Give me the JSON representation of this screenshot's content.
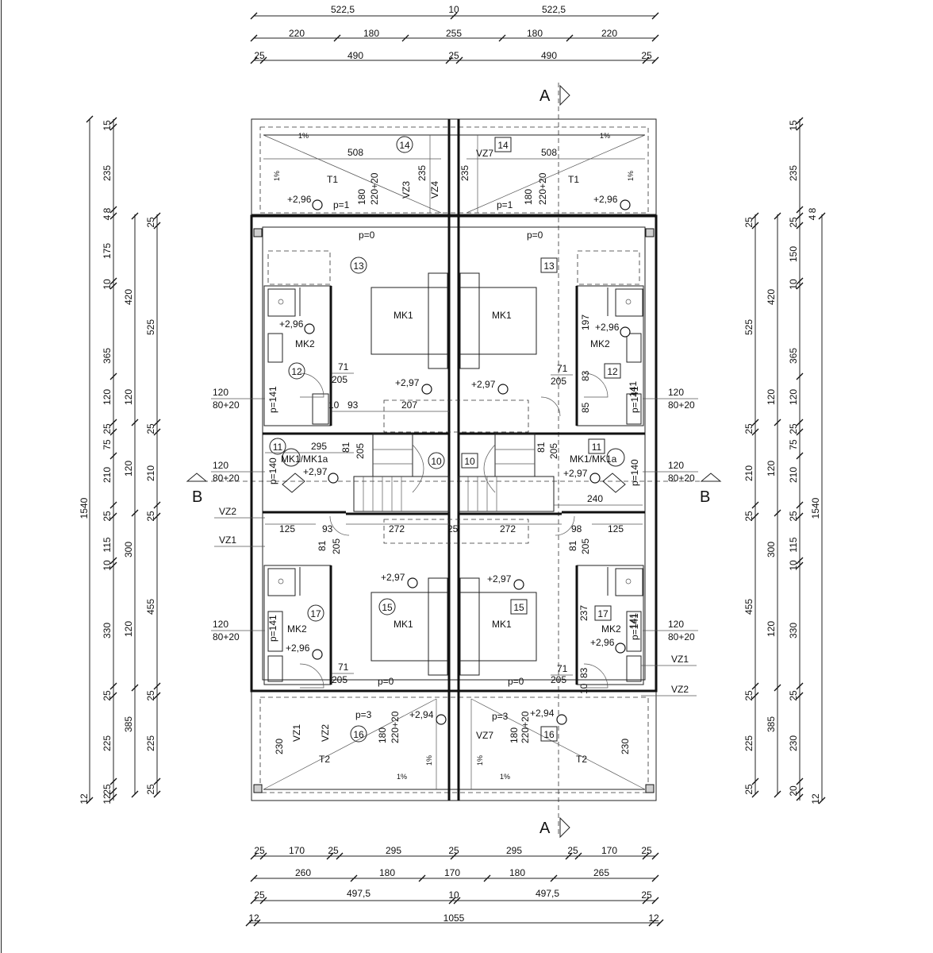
{
  "dims_top_row1": [
    "522,5",
    "10",
    "522,5"
  ],
  "dims_top_row2": [
    "220",
    "180",
    "255",
    "180",
    "220"
  ],
  "dims_top_row3": [
    "25",
    "490",
    "25",
    "490",
    "25"
  ],
  "dims_bottom_row1": [
    "25",
    "170",
    "25",
    "295",
    "25",
    "295",
    "25",
    "170",
    "25"
  ],
  "dims_bottom_row2": [
    "260",
    "180",
    "170",
    "180",
    "265"
  ],
  "dims_bottom_row3": [
    "25",
    "497,5",
    "10",
    "497,5",
    "25"
  ],
  "dims_bottom_row4": [
    "12",
    "1055",
    "12"
  ],
  "dims_left_outer": [
    "15",
    "235",
    "8",
    "4",
    "175",
    "10",
    "365",
    "120",
    "25",
    "75",
    "210",
    "25",
    "115",
    "10",
    "330",
    "25",
    "225",
    "25",
    "12",
    "1540"
  ],
  "dims_left_inner": [
    "25",
    "420",
    "525",
    "120",
    "25",
    "120",
    "210",
    "25",
    "300",
    "455",
    "120",
    "25",
    "385",
    "225",
    "25"
  ],
  "dims_right_outer": [
    "15",
    "235",
    "8",
    "4",
    "25",
    "150",
    "10",
    "365",
    "120",
    "25",
    "75",
    "210",
    "25",
    "115",
    "10",
    "330",
    "25",
    "230",
    "20",
    "12",
    "1540"
  ],
  "dims_right_inner": [
    "25",
    "420",
    "525",
    "120",
    "25",
    "120",
    "210",
    "25",
    "300",
    "455",
    "120",
    "25",
    "385",
    "225",
    "25"
  ],
  "section_marks": {
    "a": "A",
    "b": "B"
  },
  "rooms": {
    "r14": "14",
    "r13": "13",
    "r12": "12",
    "r11": "11",
    "r10": "10",
    "r15": "15",
    "r17": "17",
    "r16": "16",
    "t1": "T1",
    "t2": "T2",
    "mk1": "MK1",
    "mk2": "MK2",
    "mk1a": "MK1/MK1a"
  },
  "levels": {
    "l296": "+2,96",
    "l297": "+2,97",
    "l294": "+2,94"
  },
  "slopes": {
    "s1": "1%"
  },
  "p_labels": {
    "p0": "p=0",
    "p1": "p=1",
    "p3": "p=3",
    "p140": "p=140",
    "p141": "p=141"
  },
  "window_codes": {
    "vz1": "VZ1",
    "vz2": "VZ2",
    "vz3": "VZ3",
    "vz4": "VZ4",
    "vz7": "VZ7"
  },
  "openings": {
    "o120": "120",
    "o8020": "80+20",
    "o180": "180",
    "o22020": "220+20",
    "o71": "71",
    "o205": "205",
    "o81": "81",
    "o83": "83",
    "o85": "85",
    "o93": "93",
    "o10": "10",
    "o207": "207",
    "o295": "295",
    "o240": "240",
    "o272": "272",
    "o25": "25",
    "o125": "125",
    "o98": "98",
    "o237": "237",
    "o197": "197",
    "o230": "230",
    "o235": "235",
    "o508": "508",
    "o141": "141"
  }
}
